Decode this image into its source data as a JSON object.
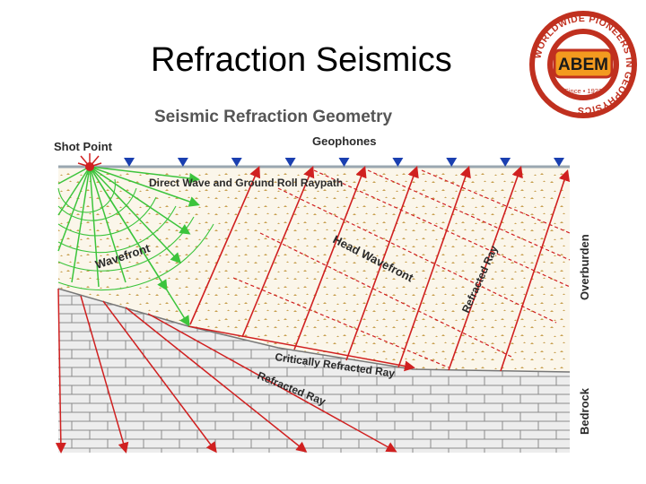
{
  "slide": {
    "title": "Refraction Seismics"
  },
  "logo": {
    "center_text": "ABEM",
    "ring_text": "WORLDWIDE PIONEERS IN GEOPHYSICS",
    "since_text": "Since • 1923",
    "colors": {
      "ring": "#c0301f",
      "inner": "#f39a1f",
      "text": "#ffffff"
    }
  },
  "diagram": {
    "title": "Seismic Refraction Geometry",
    "labels": {
      "shot_point": "Shot Point",
      "geophones": "Geophones",
      "direct_wave": "Direct Wave and Ground Roll Raypath",
      "wavefront": "Wavefront",
      "head_wavefront": "Head Wavefront",
      "refracted_ray_up": "Refracted Ray",
      "critically_refracted_ray": "Critically Refracted Ray",
      "refracted_ray_down": "Refracted Ray",
      "overburden": "Overburden",
      "bedrock": "Bedrock"
    },
    "geophone_count": 9,
    "colors": {
      "title": "#555555",
      "label": "#2a2a2a",
      "direct_wave_rays": "#3cc43c",
      "refracted_rays": "#d02020",
      "geophone": "#1a3fb0",
      "shot_point": "#d02020",
      "overburden_bg": "#fbf6ea",
      "overburden_dots": "#c8a050",
      "bedrock_brick": "#ededed",
      "brick_lines": "#8a8a8a",
      "surface_line": "#9aa7b0"
    }
  }
}
